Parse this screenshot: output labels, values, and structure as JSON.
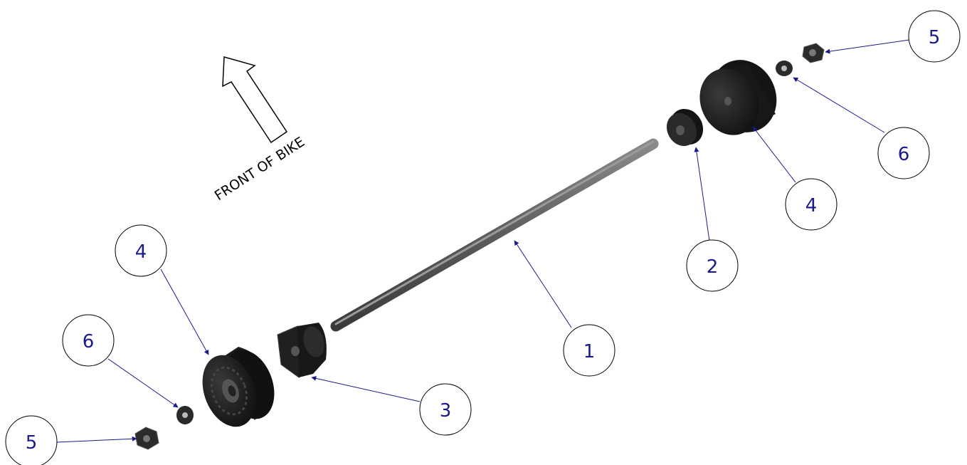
{
  "direction_label": "FRONT OF BIKE",
  "balloons": [
    {
      "id": "b1",
      "number": "1"
    },
    {
      "id": "b2",
      "number": "2"
    },
    {
      "id": "b3",
      "number": "3"
    },
    {
      "id": "b4_right",
      "number": "4"
    },
    {
      "id": "b4_left",
      "number": "4"
    },
    {
      "id": "b5_right",
      "number": "5"
    },
    {
      "id": "b5_left",
      "number": "5"
    },
    {
      "id": "b6_right",
      "number": "6"
    },
    {
      "id": "b6_left",
      "number": "6"
    }
  ],
  "colors": {
    "leader": "#1a1a8a",
    "part_dark": "#1c1c1c",
    "axle": "#5a5a5a"
  }
}
